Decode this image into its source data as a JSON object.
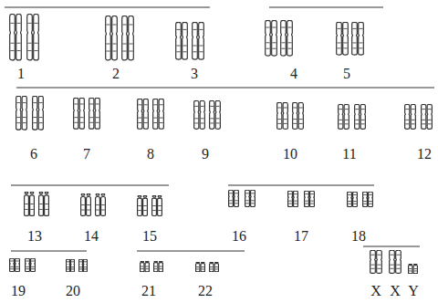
{
  "diagram": {
    "labels": [
      "1",
      "2",
      "3",
      "4",
      "5",
      "6",
      "7",
      "8",
      "9",
      "10",
      "11",
      "12",
      "13",
      "14",
      "15",
      "16",
      "17",
      "18",
      "19",
      "20",
      "21",
      "22",
      "X",
      "X",
      "Y"
    ]
  }
}
